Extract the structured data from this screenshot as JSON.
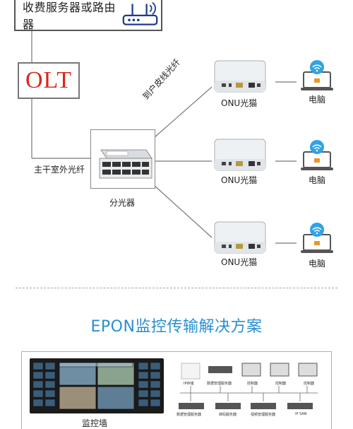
{
  "diagram": {
    "service_label": "收费服务器或路由器",
    "olt_label": "OLT",
    "trunk_label": "主干室外光纤",
    "drop_label": "到户皮线光纤",
    "splitter_label": "分光器",
    "onu_units": [
      {
        "label": "ONU光猫",
        "pc_label": "电脑"
      },
      {
        "label": "ONU光猫",
        "pc_label": "电脑"
      },
      {
        "label": "ONU光猫",
        "pc_label": "电脑"
      }
    ]
  },
  "section_title": "EPON监控传输解决方案",
  "monitor": {
    "wall_label": "监控墙",
    "top_devices": [
      "IP存储",
      "数据管理服务器",
      "控制器",
      "控制器",
      "控制器"
    ],
    "bottom_devices": [
      "数据管理服务器",
      "转码服务器",
      "视频管理服务器",
      "IP SAN"
    ]
  },
  "colors": {
    "olt_text": "#d8281c",
    "title": "#2a8fd0",
    "wifi_badge": "#2fa3e6",
    "onu_body": "#eef1f4"
  }
}
